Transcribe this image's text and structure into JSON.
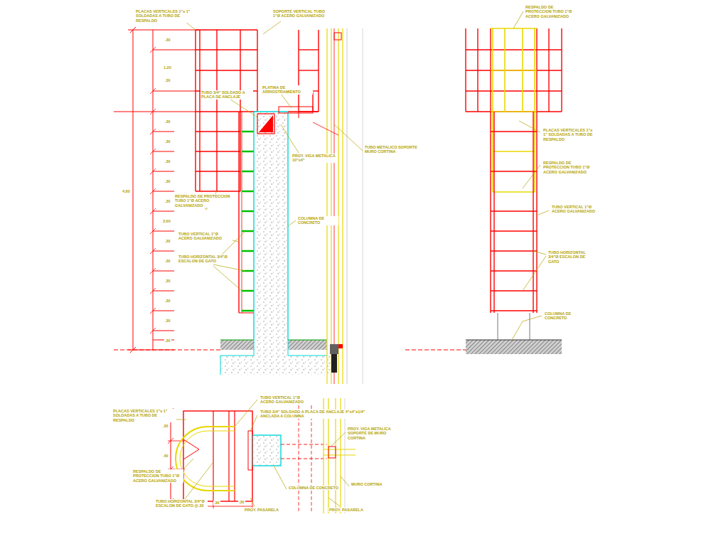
{
  "diagram": {
    "labels": [
      "PLACAS VERTICALES 1\"x 1\" SOLDADAS A TUBO DE RESPALDO",
      "SOPORTE VERTICAL TUBO 1\"Ø ACERO GALVANIZADO",
      "TUBO 3/4\" SOLDADO A PLACA DE ANCLAJE",
      "PLATINA DE ARRIOSTRAMIENTO",
      "PROY. VIGA METALICA 10\"x4\"",
      "TUBO METALICO SOPORTE MURO CORTINA",
      "COLUMNA DE CONCRETO",
      "RESPALDO DE PROTECCION TUBO 1\"Ø ACERO GALVANIZADO",
      "TUBO VERTICAL 1\"Ø ACERO GALVANIZADO",
      "TUBO HORIZONTAL 3/4\"Ø ESCALON DE GATO",
      "1.20",
      "4.80",
      "3.60",
      ".30",
      ".30",
      ".30",
      ".30",
      ".30",
      ".30",
      ".30",
      ".30",
      ".30",
      ".30",
      ".30",
      ".30",
      ".30",
      "RESPALDO DE PROTECCION TUBO 1\"Ø ACERO GALVANIZADO",
      "PLACAS VERTICALES 1\"x 1\" SOLDADAS A TUBO DE RESPALDO",
      "RESPALDO DE PROTECCION TUBO 1\"Ø ACERO GALVANIZADO",
      "TUBO VERTICAL 1\"Ø ACERO GALVANIZADO",
      "TUBO HORIZONTAL 3/4\"Ø ESCALON DE GATO",
      "COLUMNA DE CONCRETO",
      "PLACAS VERTICALES 1\"x 1\" SOLDADAS A TUBO DE RESPALDO",
      "TUBO VERTICAL 1\"Ø ACERO GALVANIZADO",
      "TUBO 3/4\" SOLDADO A PLACA DE ANCLAJE 4\"x4\"x1/4\" ANCLADA A COLUMNA",
      "PROY. VIGA METALICA SOPORTE DE MURO CORTINA",
      "RESPALDO DE PROTECCION TUBO 1\"Ø ACERO GALVANIZADO",
      "TUBO HORIZONTAL 3/4\"Ø ESCALON DE GATO @.30",
      "COLUMNA DE CONCRETO",
      "MURO CORTINA",
      "PROY. PASARELA",
      "PROY. PASARELA",
      ".30",
      ".40",
      ".30",
      ".30"
    ]
  }
}
